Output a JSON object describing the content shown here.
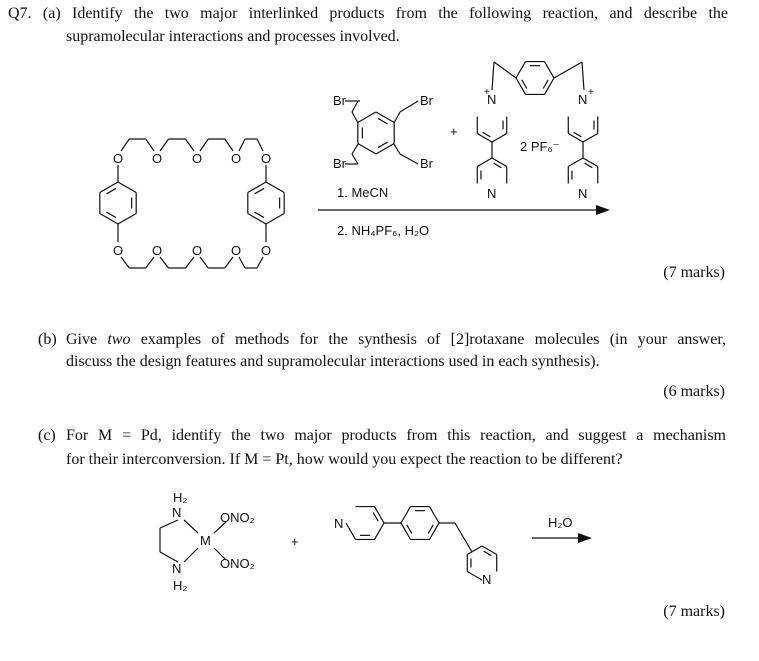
{
  "question": {
    "number": "Q7.",
    "part_a": {
      "label": "(a)",
      "line1": "Identify the two major interlinked products from the following reaction, and describe the",
      "line2": "supramolecular interactions and processes involved.",
      "marks": "(7 marks)",
      "scheme": {
        "crown_oxygen": "O",
        "bromide": "Br",
        "plus": "+",
        "n_plus": "N",
        "charge_plus": "+",
        "pyridine_n": "N",
        "counterion": "2 PF₆⁻",
        "step1": "1. MeCN",
        "step2": "2. NH₄PF₆, H₂O"
      }
    },
    "part_b": {
      "label": "(b)",
      "line1_pre": "Give ",
      "line1_em": "two",
      "line1_post": " examples of methods for the synthesis of [2]rotaxane molecules (in your answer,",
      "line2": "discuss the design features and supramolecular interactions used in each synthesis).",
      "marks": "(6 marks)"
    },
    "part_c": {
      "label": "(c)",
      "line1": "For M = Pd, identify the two major products from this reaction, and suggest a mechanism",
      "line2": "for their interconversion. If M = Pt, how would you expect the reaction to be different?",
      "marks": "(7 marks)",
      "scheme": {
        "h2": "H₂",
        "n": "N",
        "metal": "M",
        "nitrate": "ONO₂",
        "plus": "+",
        "pyridine_n": "N",
        "reagent": "H₂O"
      }
    }
  }
}
